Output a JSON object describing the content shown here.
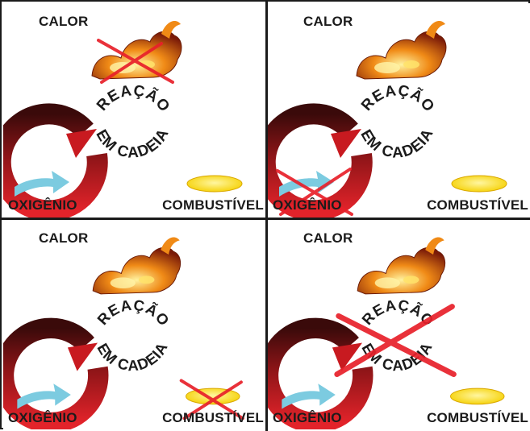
{
  "labels": {
    "heat": "CALOR",
    "oxygen": "OXIGÊNIO",
    "fuel": "COMBUSTÍVEL",
    "reaction_top": "REAÇÃO",
    "reaction_bottom": "EM CADEIA"
  },
  "panels": [
    {
      "id": "top-left",
      "crossed_out": "heat"
    },
    {
      "id": "top-right",
      "crossed_out": "oxygen"
    },
    {
      "id": "bottom-left",
      "crossed_out": "fuel"
    },
    {
      "id": "bottom-right",
      "crossed_out": "chain-reaction"
    }
  ],
  "colors": {
    "ring_dark": "#3a0a0a",
    "ring_red": "#e2232a",
    "cross_red": "#e8202a",
    "oxygen_arrow": "#7ccbe0",
    "fuel_yellow": "#f5d000",
    "flame_orange": "#f08a16"
  }
}
